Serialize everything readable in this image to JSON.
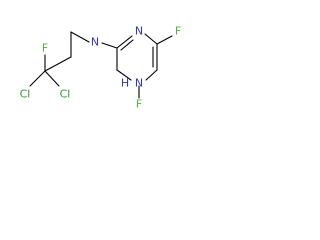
{
  "molecule": {
    "atoms": {
      "n_amine": "N",
      "n_ring_top": "N",
      "n_ring_bottom": "N",
      "h_ring_bottom": "H",
      "f_ring_right": "F",
      "f_ring_bottom": "F",
      "f_chain": "F",
      "cl_left": "Cl",
      "cl_right": "Cl"
    },
    "colors": {
      "nitrogen": "#3333cc",
      "fluorine": "#55b040",
      "chlorine": "#2ea02e",
      "bond": "#000000"
    }
  }
}
